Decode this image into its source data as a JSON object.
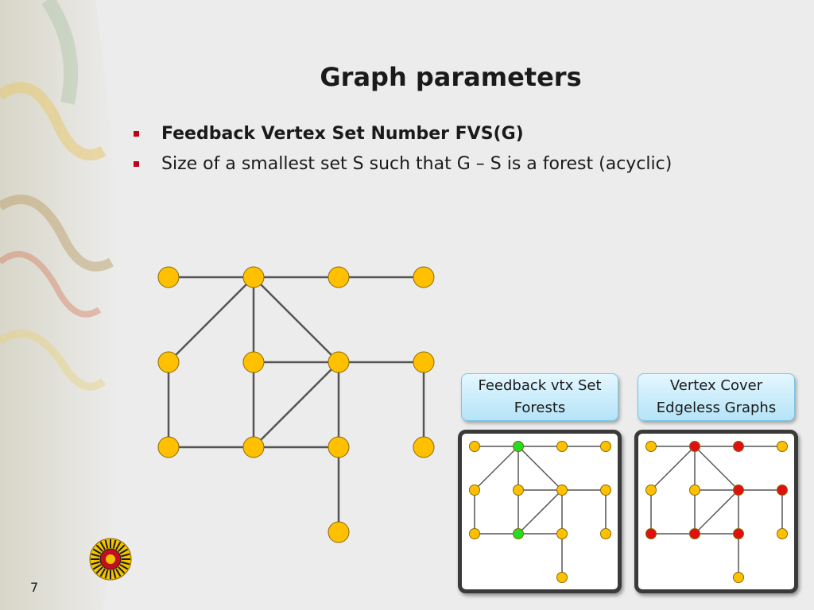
{
  "slide": {
    "title": "Graph parameters",
    "number": "7",
    "bullets": [
      {
        "text": "Feedback Vertex Set Number FVS(G)",
        "bold": true
      },
      {
        "text": "Size of a smallest set S such that G – S is a forest (acyclic)",
        "bold": false
      }
    ]
  },
  "colors": {
    "vertex": "#ffc000",
    "vertex_stroke": "#8a6a00",
    "edge": "#555555",
    "marker": "#c0001a",
    "highlight_green": "#22dd22",
    "highlight_red": "#e01010"
  },
  "graph": {
    "vertices": [
      {
        "id": "a",
        "col": 0,
        "row": 0
      },
      {
        "id": "b",
        "col": 1,
        "row": 0
      },
      {
        "id": "c",
        "col": 2,
        "row": 0
      },
      {
        "id": "d",
        "col": 3,
        "row": 0
      },
      {
        "id": "e",
        "col": 0,
        "row": 1
      },
      {
        "id": "f",
        "col": 1,
        "row": 1
      },
      {
        "id": "g",
        "col": 2,
        "row": 1
      },
      {
        "id": "h",
        "col": 3,
        "row": 1
      },
      {
        "id": "i",
        "col": 0,
        "row": 2
      },
      {
        "id": "j",
        "col": 1,
        "row": 2
      },
      {
        "id": "k",
        "col": 2,
        "row": 2
      },
      {
        "id": "l",
        "col": 3,
        "row": 2
      },
      {
        "id": "m",
        "col": 2,
        "row": 3
      }
    ],
    "edges": [
      [
        "a",
        "b"
      ],
      [
        "b",
        "c"
      ],
      [
        "c",
        "d"
      ],
      [
        "b",
        "e"
      ],
      [
        "b",
        "f"
      ],
      [
        "b",
        "g"
      ],
      [
        "f",
        "g"
      ],
      [
        "g",
        "h"
      ],
      [
        "e",
        "i"
      ],
      [
        "i",
        "j"
      ],
      [
        "j",
        "k"
      ],
      [
        "f",
        "j"
      ],
      [
        "g",
        "j"
      ],
      [
        "g",
        "k"
      ],
      [
        "h",
        "l"
      ],
      [
        "k",
        "m"
      ]
    ]
  },
  "panels": [
    {
      "line1": "Feedback vtx Set",
      "line2": "Forests",
      "highlight": [
        "b",
        "j"
      ],
      "highlight_color": "#22dd22"
    },
    {
      "line1": "Vertex Cover",
      "line2": "Edgeless Graphs",
      "highlight": [
        "b",
        "c",
        "g",
        "h",
        "i",
        "j",
        "k"
      ],
      "highlight_color": "#e01010"
    }
  ]
}
